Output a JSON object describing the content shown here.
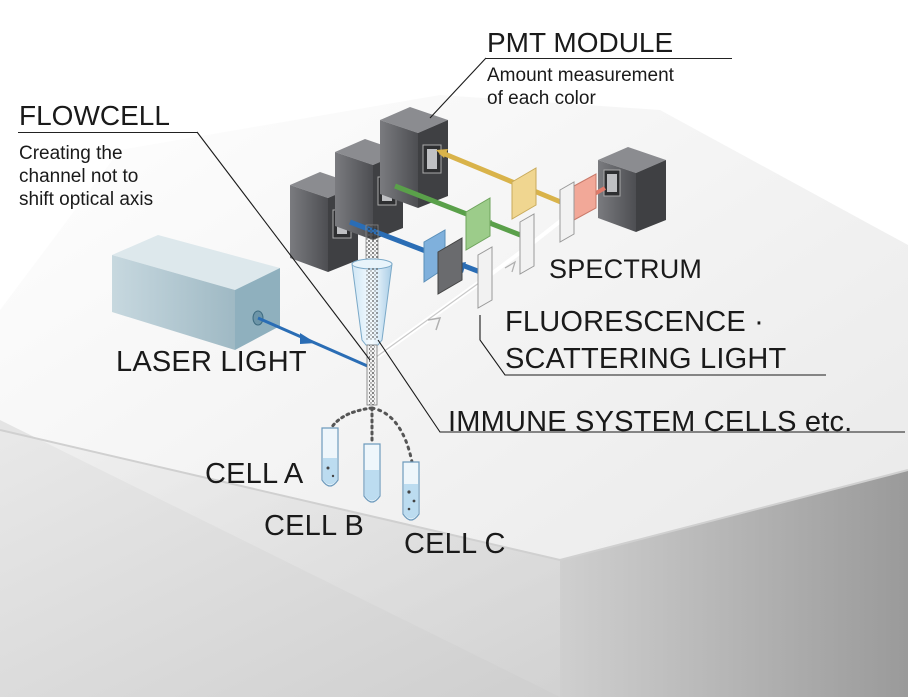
{
  "labels": {
    "pmt_module": {
      "title": "PMT MODULE",
      "desc": [
        "Amount measurement",
        "of each color"
      ]
    },
    "flowcell": {
      "title": "FLOWCELL",
      "desc": [
        "Creating the",
        "channel not to",
        "shift optical axis"
      ]
    },
    "spectrum": "SPECTRUM",
    "fluorescence": [
      "FLUORESCENCE ·",
      "SCATTERING LIGHT"
    ],
    "laser_light": "LASER LIGHT",
    "immune_cells": "IMMUNE SYSTEM CELLS etc.",
    "cell_a": "CELL A",
    "cell_b": "CELL B",
    "cell_c": "CELL C"
  },
  "colors": {
    "laser_beam": "#2a6db5",
    "green_beam": "#5aa04a",
    "yellow_beam": "#d9b34a",
    "blue_filter": "#7fb0dc",
    "green_filter": "#9ccc8a",
    "yellow_filter": "#f0d690",
    "red_filter": "#f2a898",
    "pmt_body": "#5a5b5f",
    "laser_box": "#b9cdd6"
  }
}
